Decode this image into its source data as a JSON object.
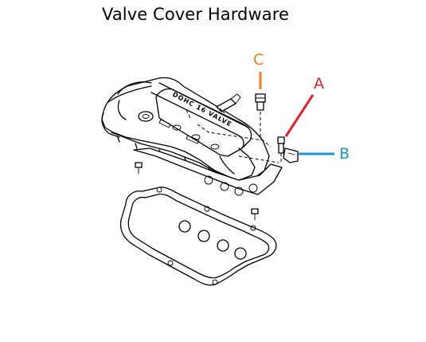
{
  "title": "Valve Cover Hardware",
  "emboss_text": "DOHC 16 VALVE",
  "callouts": [
    {
      "id": "C",
      "label": "C",
      "color": "#ef7d22"
    },
    {
      "id": "A",
      "label": "A",
      "color": "#e0202a"
    },
    {
      "id": "B",
      "label": "B",
      "color": "#1a94d2"
    }
  ]
}
